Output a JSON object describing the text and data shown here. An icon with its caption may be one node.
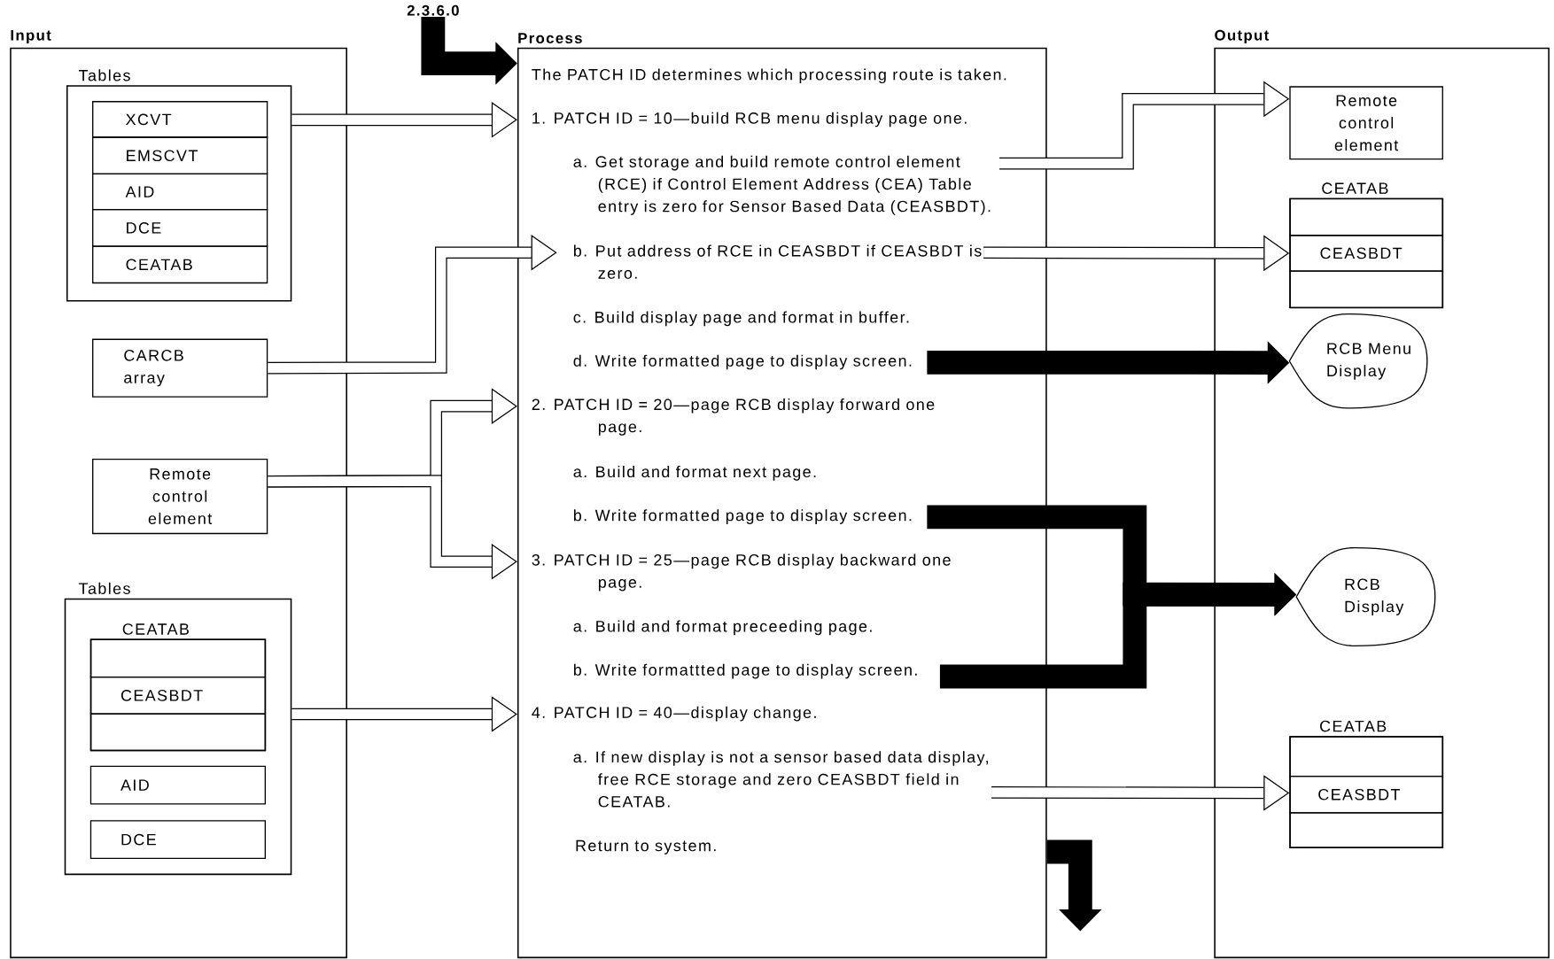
{
  "diagram": {
    "nodes": [
      {
        "text": [
          "Input"
        ]
      },
      {
        "text": [
          "Tables"
        ],
        "in": 0
      },
      {
        "text": [
          "XCVT"
        ],
        "in": 1
      },
      {
        "text": [
          "EMSCVT"
        ],
        "in": 1
      },
      {
        "text": [
          "AID"
        ],
        "in": 1
      },
      {
        "text": [
          "DCE"
        ],
        "in": 1
      },
      {
        "text": [
          "CEATAB"
        ],
        "in": 1
      },
      {
        "text": [
          "CARCB array"
        ],
        "in": 0
      },
      {
        "text": [
          "Remote control element"
        ],
        "in": 0
      },
      {
        "text": [
          "Tables"
        ],
        "in": 0
      },
      {
        "text": [
          "CEATAB"
        ],
        "in": 9
      },
      {
        "text": [],
        "shape": "box",
        "in": 10
      },
      {
        "text": [
          "CEASBDT"
        ],
        "in": 10
      },
      {
        "text": [],
        "shape": "box",
        "in": 10
      },
      {
        "text": [
          "AID"
        ],
        "in": 9
      },
      {
        "text": [
          "DCE"
        ],
        "in": 9
      },
      {
        "text": [
          "Process"
        ]
      },
      {
        "text": [
          "The PATCH ID determines which processing route is taken."
        ],
        "in": 16
      },
      {
        "text": [
          "1. PATCH ID = 10—build RCB menu display page one."
        ],
        "in": 16
      },
      {
        "text": [
          "a. Get storage and build remote control element (RCE) if Control Element Address (CEA) Table entry is zero for Sensor Based Data (CEASBDT)."
        ],
        "in": 16
      },
      {
        "text": [
          "b. Put address of RCE in CEASBDT if CEASBDT is zero."
        ],
        "in": 16
      },
      {
        "text": [
          "c. Build display page and format in buffer."
        ],
        "in": 16
      },
      {
        "text": [
          "d. Write formatted page to display screen."
        ],
        "in": 16
      },
      {
        "text": [
          "2. PATCH ID = 20—page RCB display forward one page."
        ],
        "in": 16
      },
      {
        "text": [
          "a. Build and format next page."
        ],
        "in": 16
      },
      {
        "text": [
          "b. Write formatted page to display screen."
        ],
        "in": 16
      },
      {
        "text": [
          "3. PATCH ID = 25—page RCB display backward one page."
        ],
        "in": 16
      },
      {
        "text": [
          "a. Build and format preceeding page."
        ],
        "in": 16
      },
      {
        "text": [
          "b. Write formattted page to display screen."
        ],
        "in": 16
      },
      {
        "text": [
          "4. PATCH ID = 40—display change."
        ],
        "in": 16
      },
      {
        "text": [
          "a. If new display is not a sensor based data display, free RCE storage and zero CEASBDT field in CEATAB."
        ],
        "in": 16
      },
      {
        "text": [
          "Return to system."
        ],
        "in": 16
      },
      {
        "text": [
          "Output"
        ]
      },
      {
        "text": [
          "Remote control element"
        ],
        "in": 32
      },
      {
        "text": [
          "CEATAB"
        ],
        "in": 32
      },
      {
        "text": [],
        "shape": "box",
        "in": 34
      },
      {
        "text": [
          "CEASBDT"
        ],
        "in": 34
      },
      {
        "text": [],
        "shape": "box",
        "in": 34
      },
      {
        "text": [
          "RCB Menu Display"
        ],
        "in": 32
      },
      {
        "text": [
          "RCB Display"
        ],
        "in": 32
      },
      {
        "text": [
          "CEATAB"
        ],
        "in": 32
      },
      {
        "text": [],
        "shape": "box",
        "in": 40
      },
      {
        "text": [
          "CEASBDT"
        ],
        "in": 40
      },
      {
        "text": [],
        "shape": "box",
        "in": 40
      },
      {
        "text": [
          "2.3.6.0"
        ]
      }
    ],
    "edges": [
      {
        "from": 44,
        "to": 16,
        "arrow": "to",
        "style": "thick"
      },
      {
        "from": 1,
        "to": 18,
        "arrow": "to"
      },
      {
        "from": 7,
        "to": 20,
        "arrow": "to"
      },
      {
        "from": 8,
        "to": 23,
        "arrow": "to"
      },
      {
        "from": 8,
        "to": 26,
        "arrow": "to"
      },
      {
        "from": 9,
        "to": 29,
        "arrow": "to"
      },
      {
        "from": 19,
        "to": 33,
        "arrow": "to"
      },
      {
        "from": 20,
        "to": 36,
        "arrow": "to"
      },
      {
        "from": 22,
        "to": 38,
        "arrow": "to",
        "style": "thick"
      },
      {
        "from": 25,
        "to": 39,
        "arrow": "to",
        "style": "thick"
      },
      {
        "from": 28,
        "to": 39,
        "arrow": "to",
        "style": "thick"
      },
      {
        "from": 30,
        "to": 42,
        "arrow": "to"
      },
      {
        "from": 16,
        "to": null,
        "arrow": "to",
        "style": "thick"
      }
    ]
  }
}
